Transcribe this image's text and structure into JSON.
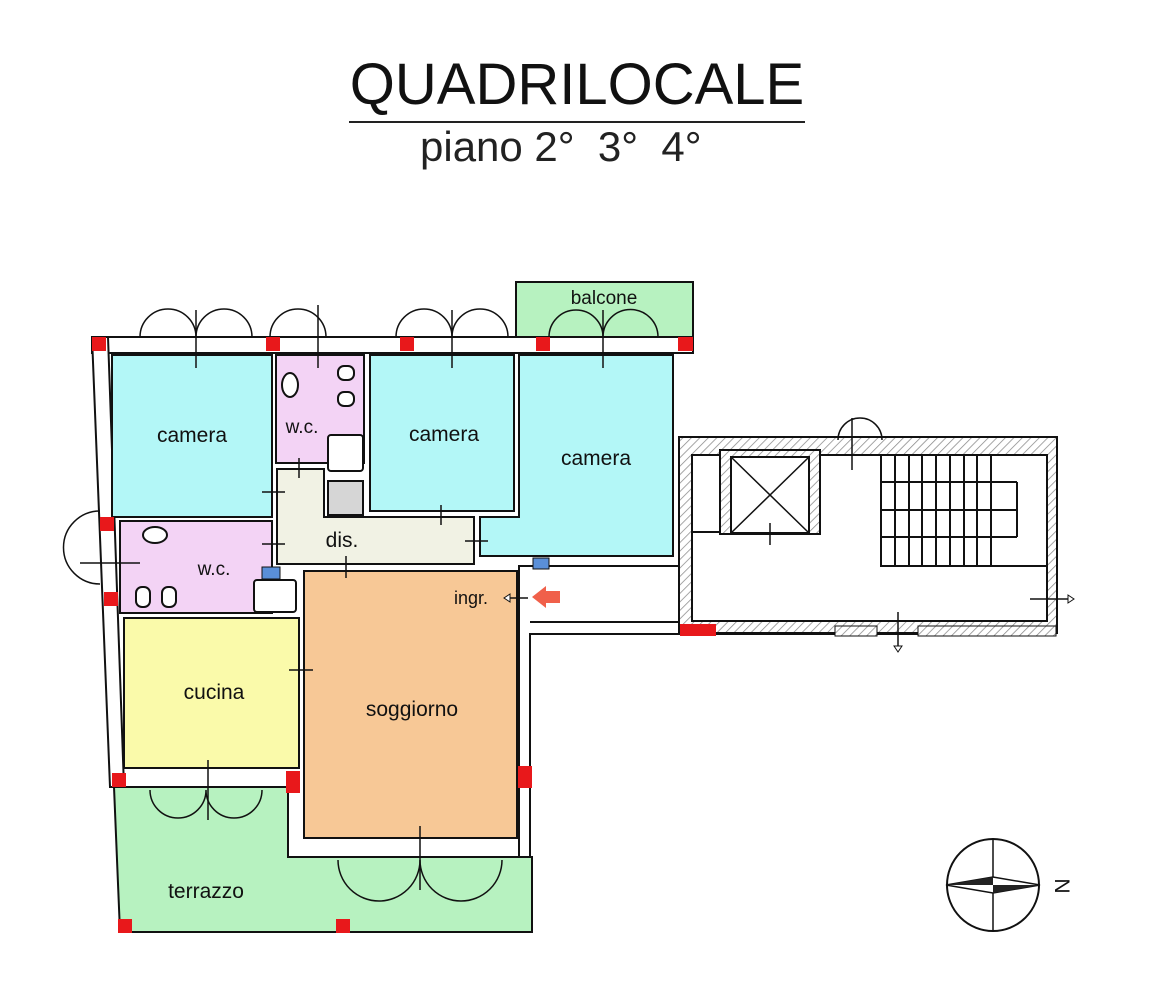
{
  "header": {
    "title": "QUADRILOCALE",
    "subtitle": "piano 2°  3°  4°"
  },
  "rooms": {
    "camera_1": "camera",
    "wc_1": "w.c.",
    "camera_2": "camera",
    "camera_3": "camera",
    "balcone": "balcone",
    "dis": "dis.",
    "wc_2": "w.c.",
    "ingresso": "ingr.",
    "cucina": "cucina",
    "soggiorno": "soggiorno",
    "terrazzo": "terrazzo"
  },
  "compass": {
    "label": "N"
  },
  "colors": {
    "camera": "#b3f7f7",
    "wc": "#f3d3f5",
    "dis": "#f1f2e4",
    "cucina": "#fafaaa",
    "soggiorno": "#f7c896",
    "outdoor": "#b7f2c0",
    "pillar": "#e8181b",
    "service": "#5a8fd8",
    "entry_arrow": "#f0604a"
  }
}
